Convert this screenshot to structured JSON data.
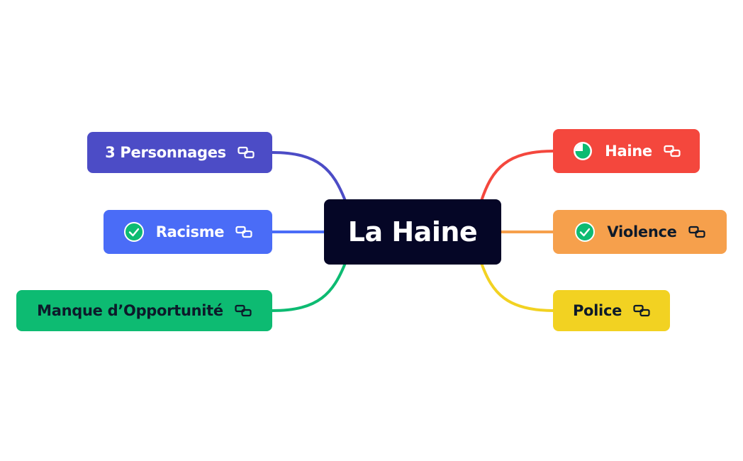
{
  "root": {
    "label": "La Haine",
    "color": "#050626"
  },
  "branches": [
    {
      "id": "personnages",
      "label": "3 Personnages",
      "color": "#4c4cc6",
      "text_color": "#ffffff",
      "status_icon": null,
      "link_icon": "link-icon"
    },
    {
      "id": "racisme",
      "label": "Racisme",
      "color": "#4a6cf7",
      "text_color": "#ffffff",
      "status_icon": "check-circle-icon",
      "link_icon": "link-icon"
    },
    {
      "id": "opportunite",
      "label": "Manque d’Opportunité",
      "color": "#0dbb72",
      "text_color": "#0d1a2a",
      "status_icon": null,
      "link_icon": "link-icon"
    },
    {
      "id": "haine",
      "label": "Haine",
      "color": "#f4473d",
      "text_color": "#ffffff",
      "status_icon": "progress-pie-icon",
      "link_icon": "link-icon"
    },
    {
      "id": "violence",
      "label": "Violence",
      "color": "#f6a04c",
      "text_color": "#0d1a2a",
      "status_icon": "check-circle-icon",
      "link_icon": "link-icon"
    },
    {
      "id": "police",
      "label": "Police",
      "color": "#f2d222",
      "text_color": "#0d1a2a",
      "status_icon": null,
      "link_icon": "link-icon"
    }
  ]
}
